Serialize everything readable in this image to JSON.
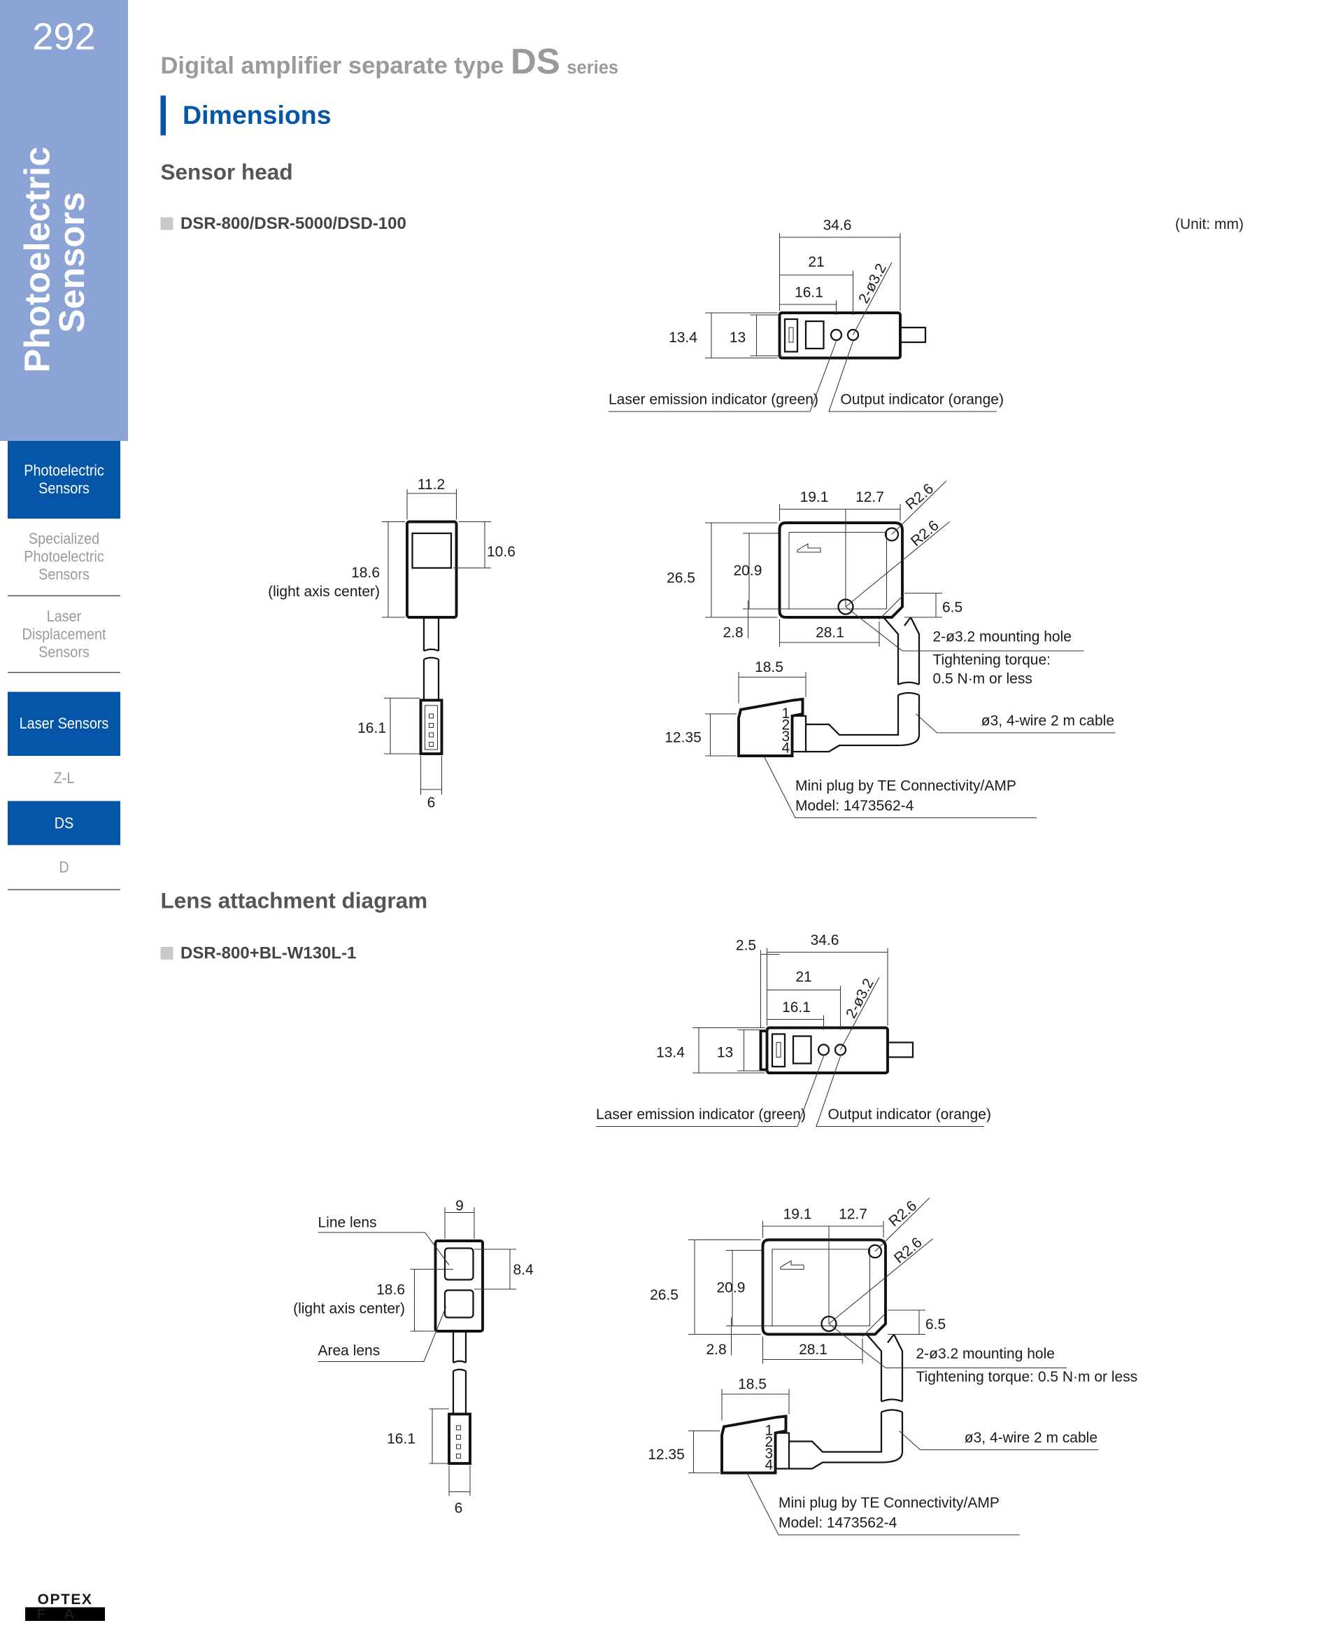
{
  "page_number": "292",
  "header": {
    "series_prefix": "Digital amplifier separate type",
    "series_name": "DS",
    "series_suffix": "series",
    "section_title": "Dimensions"
  },
  "sidebar": {
    "vertical_title_line1": "Photoelectric",
    "vertical_title_line2": "Sensors",
    "items": [
      {
        "label": "Photoelectric Sensors",
        "active": true
      },
      {
        "label": "Specialized Photoelectric Sensors",
        "active": false
      },
      {
        "label": "Laser Displacement Sensors",
        "active": false
      },
      {
        "label": "Laser Sensors",
        "active": true
      },
      {
        "label": "Z-L",
        "active": false
      },
      {
        "label": "DS",
        "active": true
      },
      {
        "label": "D",
        "active": false
      }
    ]
  },
  "unit": "(Unit: mm)",
  "sensor_head": {
    "title": "Sensor head",
    "model": "DSR-800/DSR-5000/DSD-100",
    "top": {
      "w_total": "34.6",
      "w21": "21",
      "w161": "16.1",
      "holes": "2-ø3.2",
      "h134": "13.4",
      "h13": "13",
      "laser_label": "Laser emission indicator (green)",
      "output_label": "Output indicator (orange)"
    },
    "side": {
      "w": "11.2",
      "h106": "10.6",
      "h186": "18.6",
      "axis_note": "(light axis center)",
      "plug_h": "16.1",
      "plug_w": "6"
    },
    "front": {
      "d191": "19.1",
      "d127": "12.7",
      "r1": "R2.6",
      "r2": "R2.6",
      "h265": "26.5",
      "h209": "20.9",
      "h65": "6.5",
      "d28": "2.8",
      "d281": "28.1",
      "hole_label": "2-ø3.2 mounting hole",
      "torque1": "Tightening torque:",
      "torque2": "0.5 N·m or less",
      "plug_w": "18.5",
      "plug_h": "12.35",
      "cable_label": "ø3, 4-wire 2 m cable",
      "plug_label1": "Mini plug by TE Connectivity/AMP",
      "plug_label2": "Model: 1473562-4",
      "pins": [
        "1",
        "2",
        "3",
        "4"
      ]
    }
  },
  "lens_attachment": {
    "title": "Lens attachment diagram",
    "model": "DSR-800+BL-W130L-1",
    "top": {
      "lens_w": "2.5",
      "w_total": "34.6",
      "w21": "21",
      "w161": "16.1",
      "holes": "2-ø3.2",
      "h134": "13.4",
      "h13": "13",
      "laser_label": "Laser emission indicator (green)",
      "output_label": "Output indicator (orange)"
    },
    "side": {
      "w": "9",
      "line_lens": "Line lens",
      "h84": "8.4",
      "h186": "18.6",
      "axis_note": "(light axis center)",
      "area_lens": "Area lens",
      "plug_h": "16.1",
      "plug_w": "6"
    },
    "front": {
      "d191": "19.1",
      "d127": "12.7",
      "r1": "R2.6",
      "r2": "R2.6",
      "h265": "26.5",
      "h209": "20.9",
      "h65": "6.5",
      "d28": "2.8",
      "d281": "28.1",
      "hole_label": "2-ø3.2 mounting hole",
      "torque1": "Tightening torque: 0.5 N·m or less",
      "plug_w": "18.5",
      "plug_h": "12.35",
      "cable_label": "ø3, 4-wire 2 m cable",
      "plug_label1": "Mini plug by TE Connectivity/AMP",
      "plug_label2": "Model: 1473562-4",
      "pins": [
        "1",
        "2",
        "3",
        "4"
      ]
    }
  },
  "footer": {
    "logo_text": "OPTEX FA"
  },
  "colors": {
    "brand_blue": "#0556a8",
    "sidebar_light": "#8ca3d6",
    "grey_text": "#9a9a9a"
  }
}
